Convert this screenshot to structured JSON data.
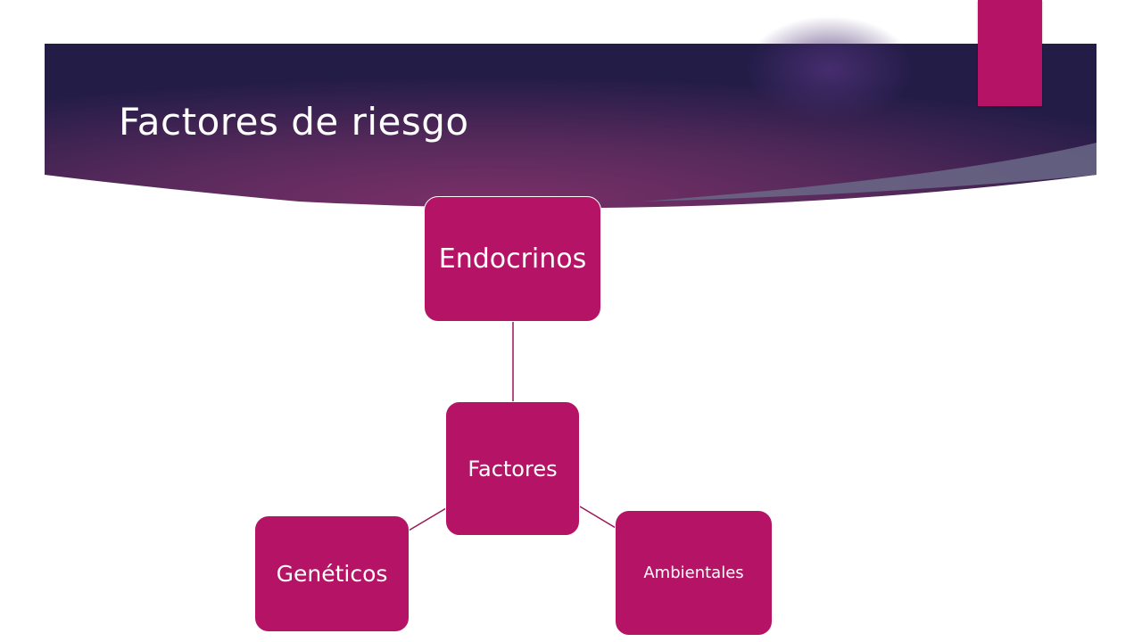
{
  "slide": {
    "title": "Factores de riesgo"
  },
  "colors": {
    "accent": "#b51466",
    "band_dark": "#221c47",
    "band_mid": "#6e2c64",
    "line": "#9b1656",
    "text_light": "#ffffff"
  },
  "diagram": {
    "center": {
      "label": "Factores"
    },
    "nodes": [
      {
        "id": "endocrinos",
        "label": "Endocrinos"
      },
      {
        "id": "geneticos",
        "label": "Genéticos"
      },
      {
        "id": "ambientales",
        "label": "Ambientales"
      }
    ],
    "edges": [
      {
        "from": "factores",
        "to": "endocrinos"
      },
      {
        "from": "factores",
        "to": "geneticos"
      },
      {
        "from": "factores",
        "to": "ambientales"
      }
    ]
  }
}
